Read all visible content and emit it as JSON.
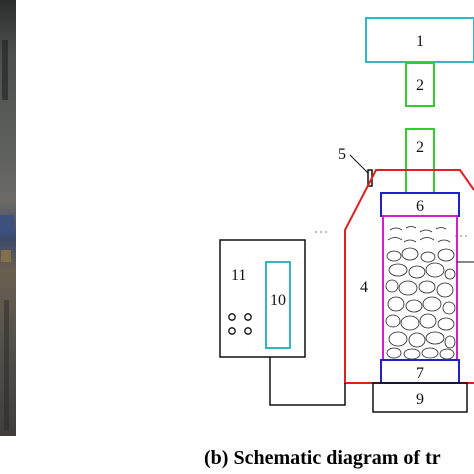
{
  "caption": "(b) Schematic diagram of tr",
  "labels": {
    "n1": "1",
    "n2a": "2",
    "n2b": "2",
    "n4": "4",
    "n5": "5",
    "n6": "6",
    "n7": "7",
    "n9": "9",
    "n10": "10",
    "n11": "11"
  },
  "colors": {
    "cyan": "#2fb8c8",
    "green": "#33cc33",
    "red": "#e02020",
    "blue": "#2020c8",
    "magenta": "#d020d0",
    "black": "#111111"
  }
}
